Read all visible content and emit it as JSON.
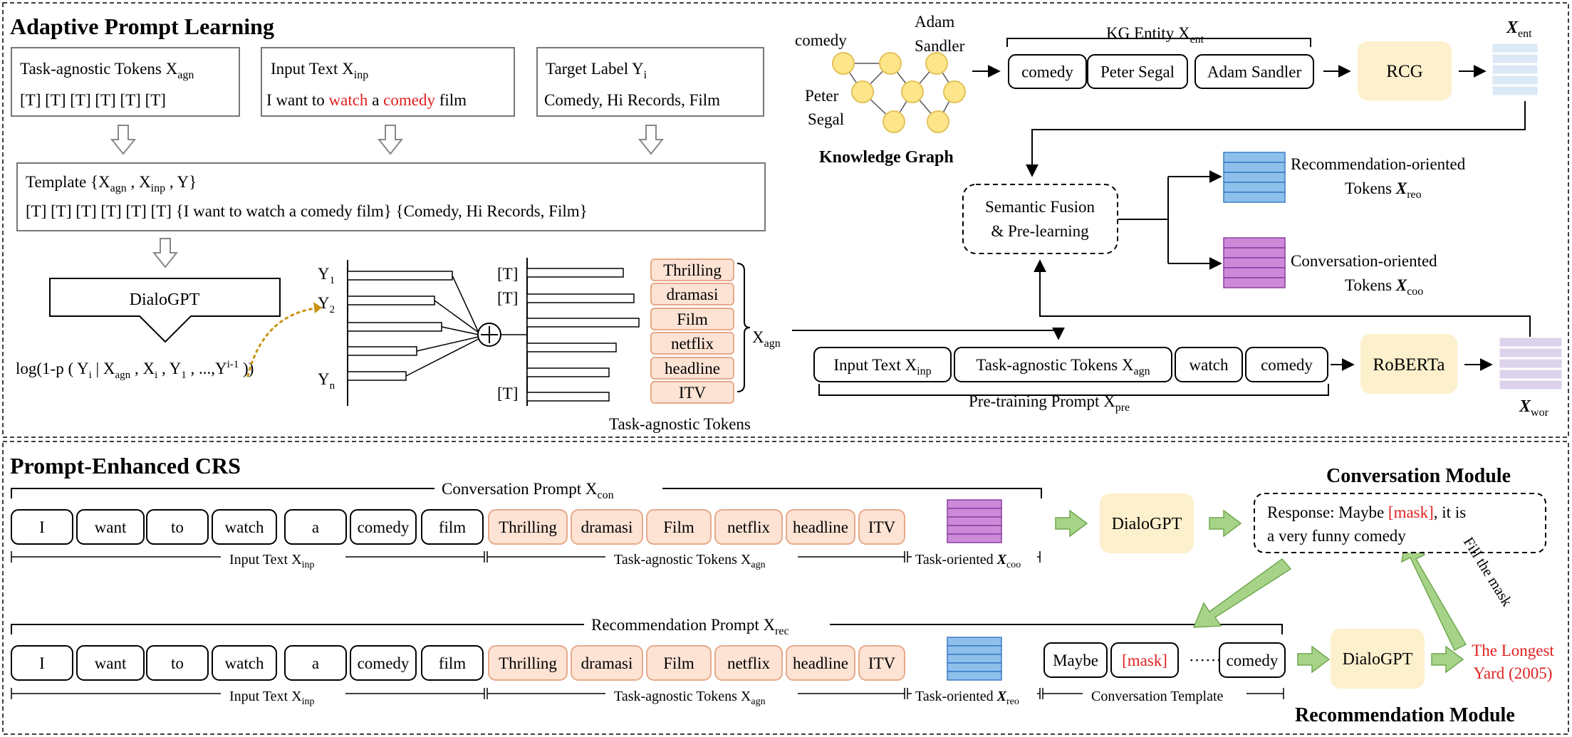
{
  "colors": {
    "orange_fill": "#fce3d4",
    "orange_stroke": "#e8a98a",
    "yellow_fill": "#fdf0cc",
    "kg_node_fill": "#fde68a",
    "kg_node_stroke": "#e3c25a",
    "blue_fill": "#8ec0ec",
    "blue_stroke": "#3a7cc4",
    "purple_fill": "#cd8ad8",
    "purple_stroke": "#8c3fa3",
    "pale_blue": "#dbe8f5",
    "pale_purple": "#ddd2ec",
    "green_fill": "#a7d389",
    "green_stroke": "#6ea84c",
    "gold_dotted": "#c99412",
    "red_text": "#e02020"
  },
  "apl": {
    "title": "Adaptive Prompt Learning",
    "agn_box": {
      "label": "Task-agnostic Tokens X",
      "sub": "agn",
      "tokens": "[T] [T] [T] [T] [T] [T]"
    },
    "inp_box": {
      "label": "Input Text X",
      "sub": "inp",
      "text_pre": "I want to ",
      "w1": "watch",
      "mid": " a ",
      "w2": "comedy",
      "post": " film"
    },
    "tgt_box": {
      "label": "Target Label Y",
      "sub": "i",
      "text": "Comedy, Hi Records, Film"
    },
    "template": {
      "pre": "Template {X",
      "s1": "agn",
      "c1": " , X",
      "s2": "inp",
      "c2": " , Y}",
      "line2": "[T] [T] [T] [T] [T] [T]  {I want to watch a comedy film} {Comedy, Hi Records, Film}"
    },
    "dialogpt": "DialoGPT",
    "formula": {
      "a": "log(1-p ( Y",
      "a1": "i",
      "b": " | X",
      "b1": "agn",
      "c": " , X",
      "c1": "i",
      "d": " , Y",
      "d1": "1",
      "e": " , ...,Y",
      "e1": "i-1",
      "f": " ))"
    },
    "y_labels": [
      {
        "t": "Y",
        "s": "1"
      },
      {
        "t": "Y",
        "s": "2"
      },
      {
        "t": "Y",
        "s": "n"
      }
    ],
    "t_labels": [
      "[T]",
      "[T]",
      "[T]"
    ],
    "agn_tokens": [
      "Thrilling",
      "dramasi",
      "Film",
      "netflix",
      "headline",
      "ITV"
    ],
    "xagn": {
      "t": "X",
      "s": "agn"
    },
    "tat_caption": "Task-agnostic Tokens"
  },
  "kg": {
    "comedy": "comedy",
    "adam": [
      "Adam",
      "Sandler"
    ],
    "peter": [
      "Peter",
      "Segal"
    ],
    "caption": "Knowledge Graph",
    "entity_title": {
      "t": "KG Entity X",
      "s": "ent"
    },
    "entities": [
      "comedy",
      "Peter Segal",
      "Adam Sandler"
    ],
    "rcg": "RCG",
    "xent": {
      "t": "X",
      "s": "ent"
    },
    "fusion": [
      "Semantic Fusion",
      "& Pre-learning"
    ],
    "reo": {
      "l1": "Recommendation-oriented",
      "l2": "Tokens ",
      "t": "X",
      "s": "reo"
    },
    "coo": {
      "l1": "Conversation-oriented",
      "l2": "Tokens ",
      "t": "X",
      "s": "coo"
    },
    "pre_boxes": [
      {
        "t": "Input Text X",
        "s": "inp"
      },
      {
        "t": "Task-agnostic Tokens X",
        "s": "agn"
      },
      {
        "t": "watch",
        "s": ""
      },
      {
        "t": "comedy",
        "s": ""
      }
    ],
    "roberta": "RoBERTa",
    "xwor": {
      "t": "X",
      "s": "wor"
    },
    "pre_caption": {
      "t": "Pre-training Prompt X",
      "s": "pre"
    }
  },
  "crs": {
    "title": "Prompt-Enhanced CRS",
    "conv_prompt": {
      "t": "Conversation Prompt X",
      "s": "con"
    },
    "rec_prompt": {
      "t": "Recommendation Prompt X",
      "s": "rec"
    },
    "words": [
      "I",
      "want",
      "to",
      "watch",
      "a",
      "comedy",
      "film"
    ],
    "agn_tokens": [
      "Thrilling",
      "dramasi",
      "Film",
      "netflix",
      "headline",
      "ITV"
    ],
    "input_caption": {
      "t": "Input Text X",
      "s": "inp"
    },
    "agn_caption": {
      "t": "Task-agnostic Tokens X",
      "s": "agn"
    },
    "task_oriented": "Task-oriented ",
    "coo": {
      "t": "X",
      "s": "coo"
    },
    "reo": {
      "t": "X",
      "s": "reo"
    },
    "dialogpt": "DialoGPT",
    "conv_module": "Conversation Module",
    "rec_module": "Recommendation Module",
    "response": {
      "pre": "Response: Maybe ",
      "mask": "[mask]",
      "post": ", it is",
      "line2": "a very funny comedy"
    },
    "fill_mask": "Fill the mask",
    "template_boxes": [
      "Maybe",
      "[mask]",
      "······",
      "comedy"
    ],
    "conv_template": "Conversation Template",
    "result": [
      "The Longest",
      "Yard (2005)"
    ]
  }
}
